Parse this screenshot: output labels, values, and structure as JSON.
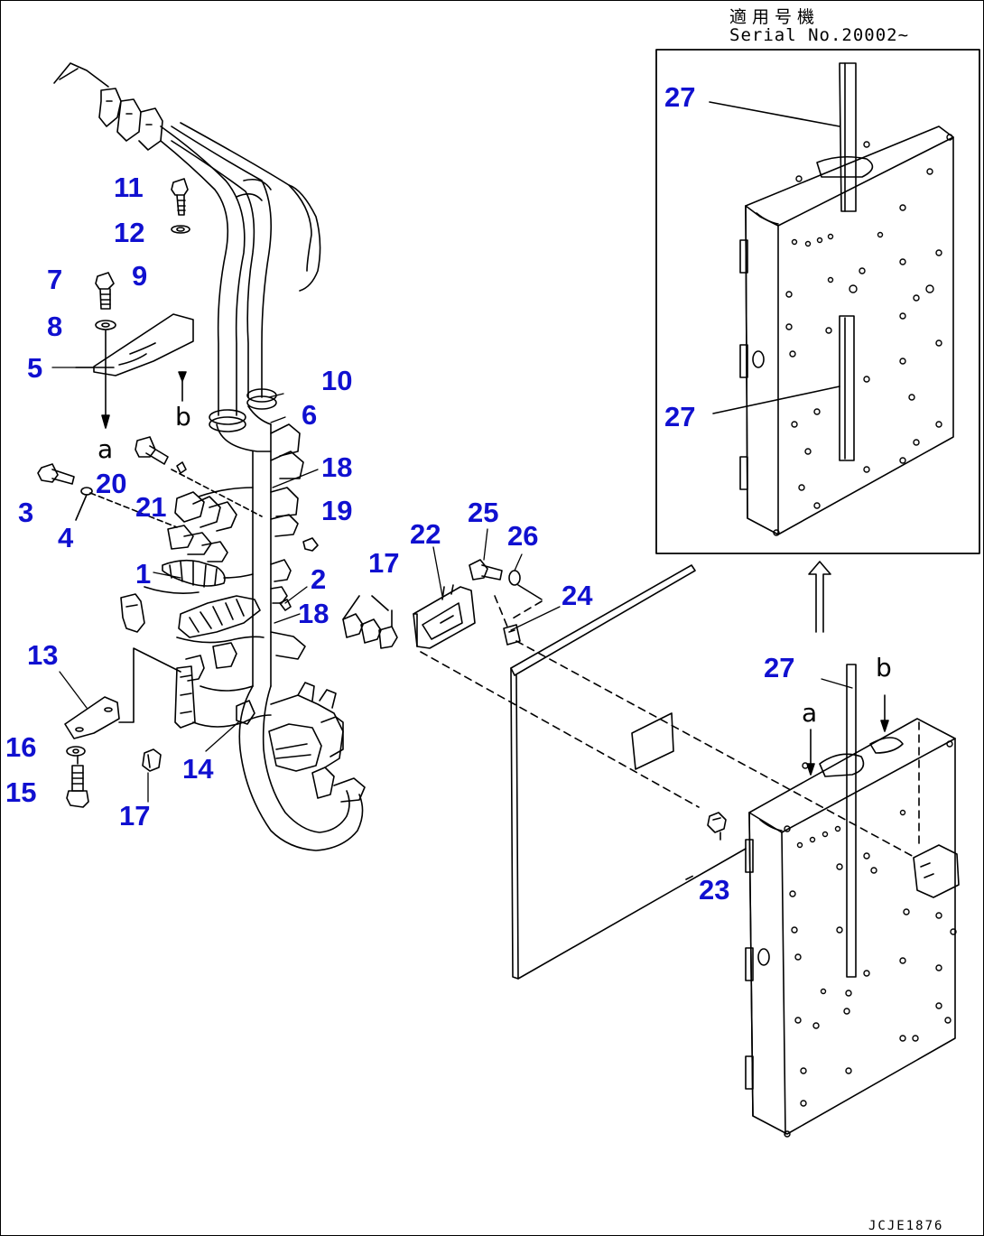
{
  "header": {
    "applicable_serial_jp": "適用号機",
    "serial_no": "Serial No.20002~"
  },
  "markers": {
    "a": "a",
    "b": "b"
  },
  "drawing_code": "JCJE1876",
  "callouts": {
    "c1": "1",
    "c2": "2",
    "c3": "3",
    "c4": "4",
    "c5": "5",
    "c6": "6",
    "c7": "7",
    "c8": "8",
    "c9": "9",
    "c10": "10",
    "c11": "11",
    "c12": "12",
    "c13": "13",
    "c14": "14",
    "c15": "15",
    "c16": "16",
    "c17a": "17",
    "c17b": "17",
    "c18a": "18",
    "c18b": "18",
    "c19": "19",
    "c20": "20",
    "c21": "21",
    "c22": "22",
    "c23": "23",
    "c24": "24",
    "c25": "25",
    "c26": "26",
    "c27a": "27",
    "c27b": "27",
    "c27c": "27"
  },
  "colors": {
    "callout": "#1010d0",
    "line": "#000000",
    "background": "#ffffff"
  }
}
